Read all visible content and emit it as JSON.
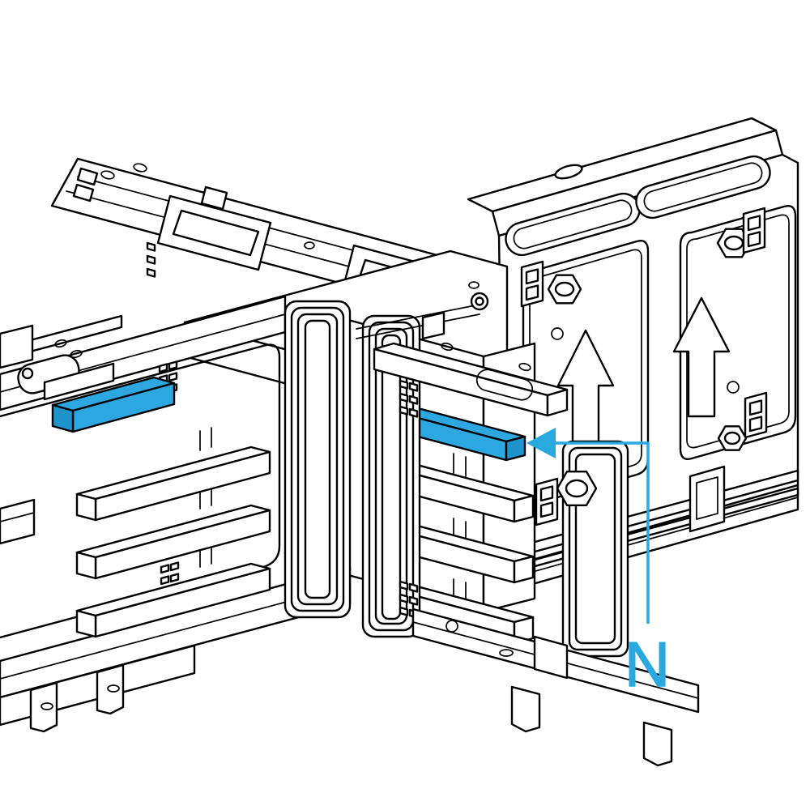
{
  "figure": {
    "type": "technical-illustration",
    "subject": "busbar-trunking-cross-junction",
    "annotation": {
      "label": "N"
    },
    "colors": {
      "background": "#ffffff",
      "line": "#000000",
      "accent": "#29A9E0",
      "neutral_bar": "#2CA7E0",
      "neutral_bar_shade": "#1E93CC"
    },
    "highlighted_bars": 2,
    "bars_per_stack": 4,
    "embossed_arrows": 2,
    "embossed_arrow_direction": "up"
  }
}
